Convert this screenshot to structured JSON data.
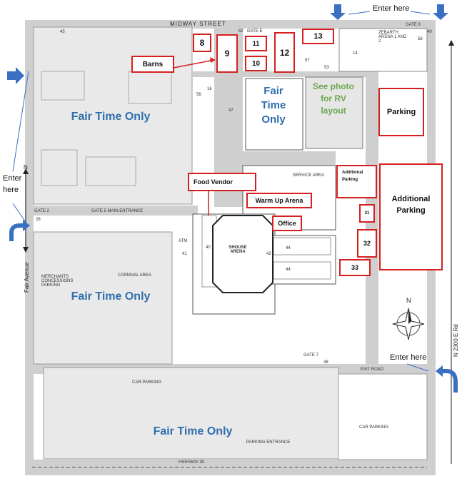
{
  "streets": {
    "midway": "MIDWAY STREET",
    "highway": "HIGHWAY 30",
    "fair_avenue": "Fair Avenue",
    "east_road": "N 2300 E Rd",
    "exit_road": "EXIT ROAD"
  },
  "gates": {
    "gate_e": "GATE E",
    "gate_8": "GATE 8",
    "gate_2": "GATE 2",
    "gate_5": "GATE 5 MAIN ENTRANCE",
    "gate_7": "GATE 7"
  },
  "zones": {
    "fair_top": "Fair Time Only",
    "fair_mid": "Fair Time Only",
    "fair_bottom": "Fair Time Only",
    "fair_center": "Fair Time Only",
    "rv_note": "See photo for RV layout",
    "parking": "Parking",
    "additional_parking_small": "Additional Parking",
    "additional_parking_big": "Additional Parking"
  },
  "callouts": {
    "barns": "Barns",
    "food_vendor": "Food Vendor",
    "warm_up": "Warm Up Arena",
    "office": "Office"
  },
  "numbers": {
    "n8": "8",
    "n9": "9",
    "n10": "10",
    "n11": "11",
    "n12": "12",
    "n13": "13",
    "n31": "31",
    "n32": "32",
    "n33": "33"
  },
  "small_labels": {
    "service_area": "SERVICE AREA",
    "shouse_arena": "SHOUSE ARENA",
    "zebarth": "ZEBARTH ARENA 1 AND 2",
    "atm": "ATM",
    "car_parking_1": "CAR PARKING",
    "car_parking_2": "CAR PARKING",
    "carnival": "CARNIVAL AREA",
    "merchants": "MERCHANTS CONCESSIONS PARKING",
    "parking_entrance": "PARKING ENTRANCE",
    "b62": "62",
    "b49": "49",
    "b14": "14",
    "b58": "58",
    "b57": "57",
    "b53": "53",
    "b56": "56",
    "b16": "16",
    "b47": "47",
    "b28": "28",
    "b41": "41",
    "b40": "40",
    "b42": "42",
    "b44a": "44",
    "b44b": "44",
    "b45": "45",
    "b48": "48"
  },
  "entrances": {
    "top": "Enter here",
    "left": "Enter here",
    "right": "Enter here"
  },
  "compass": {
    "north": "N",
    "axis_north": "N"
  },
  "colors": {
    "road": "#cfcfcf",
    "highlight_red": "#d62020",
    "fair_blue": "#2f6fad",
    "rv_green": "#6aa84f",
    "arrow_blue": "#3b6fc2"
  }
}
